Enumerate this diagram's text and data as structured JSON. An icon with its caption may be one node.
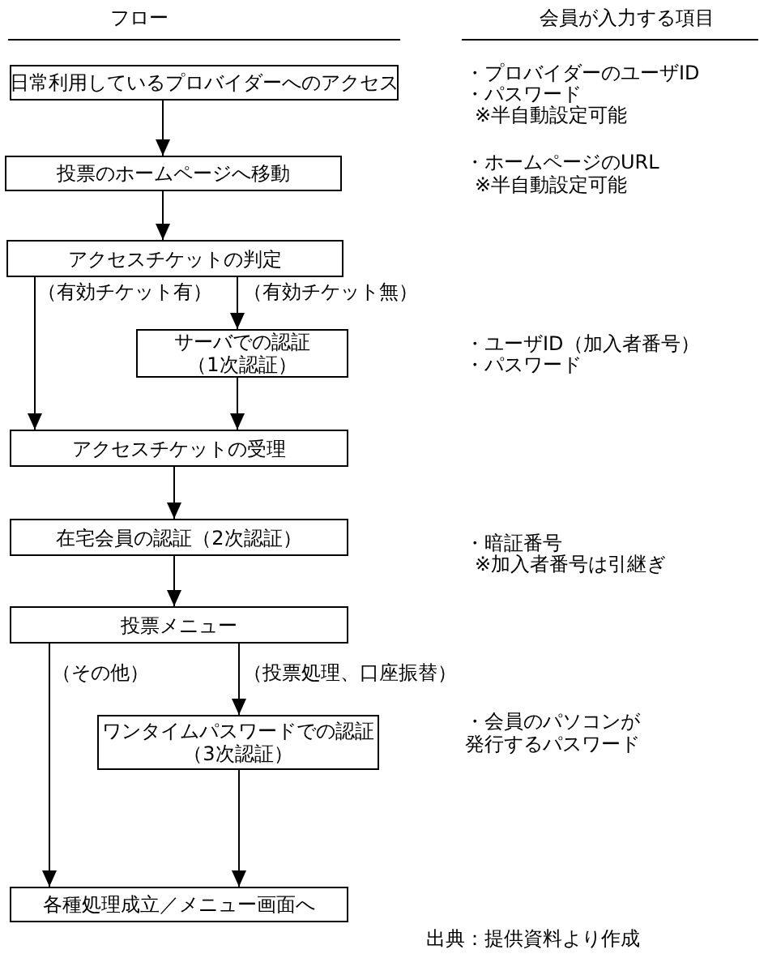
{
  "diagram": {
    "caption": "出典：提供資料より作成",
    "nodes": [
      {
        "text": [
          "日常利用しているプロバイダーへのアクセス"
        ]
      },
      {
        "text": [
          "投票のホームページへ移動"
        ]
      },
      {
        "text": [
          "アクセスチケットの判定"
        ]
      },
      {
        "text": [
          "サーバでの認証（1次認証）"
        ]
      },
      {
        "text": [
          "アクセスチケットの受理"
        ]
      },
      {
        "text": [
          "在宅会員の認証（2次認証）"
        ]
      },
      {
        "text": [
          "投票メニュー"
        ]
      },
      {
        "text": [
          "ワンタイムパスワードでの認証（3次認証）"
        ]
      },
      {
        "text": [
          "各種処理成立／メニュー画面へ"
        ]
      }
    ],
    "edges": [
      {
        "from": 0,
        "to": 1,
        "arrow": "to"
      },
      {
        "from": 1,
        "to": 2,
        "arrow": "to"
      },
      {
        "from": 2,
        "to": 4,
        "arrow": "to",
        "label": "（有効チケット有）"
      },
      {
        "from": 2,
        "to": 3,
        "arrow": "to",
        "label": "（有効チケット無）"
      },
      {
        "from": 3,
        "to": 4,
        "arrow": "to"
      },
      {
        "from": 4,
        "to": 5,
        "arrow": "to"
      },
      {
        "from": 5,
        "to": 6,
        "arrow": "to"
      },
      {
        "from": 6,
        "to": 8,
        "arrow": "to",
        "label": "（その他）"
      },
      {
        "from": 6,
        "to": 7,
        "arrow": "to",
        "label": "（投票処理、口座振替）"
      },
      {
        "from": 7,
        "to": 8,
        "arrow": "to"
      }
    ],
    "labels": [
      "フロー",
      "会員が入力する項目",
      "・プロバイダーのユーザID",
      "・パスワード",
      "※半自動設定可能",
      "・ホームページのURL",
      "※半自動設定可能",
      "・ユーザID（加入者番号）",
      "・パスワード",
      "・暗証番号",
      "※加入者番号は引継ぎ",
      "・会員のパソコンが発行するパスワード"
    ]
  }
}
